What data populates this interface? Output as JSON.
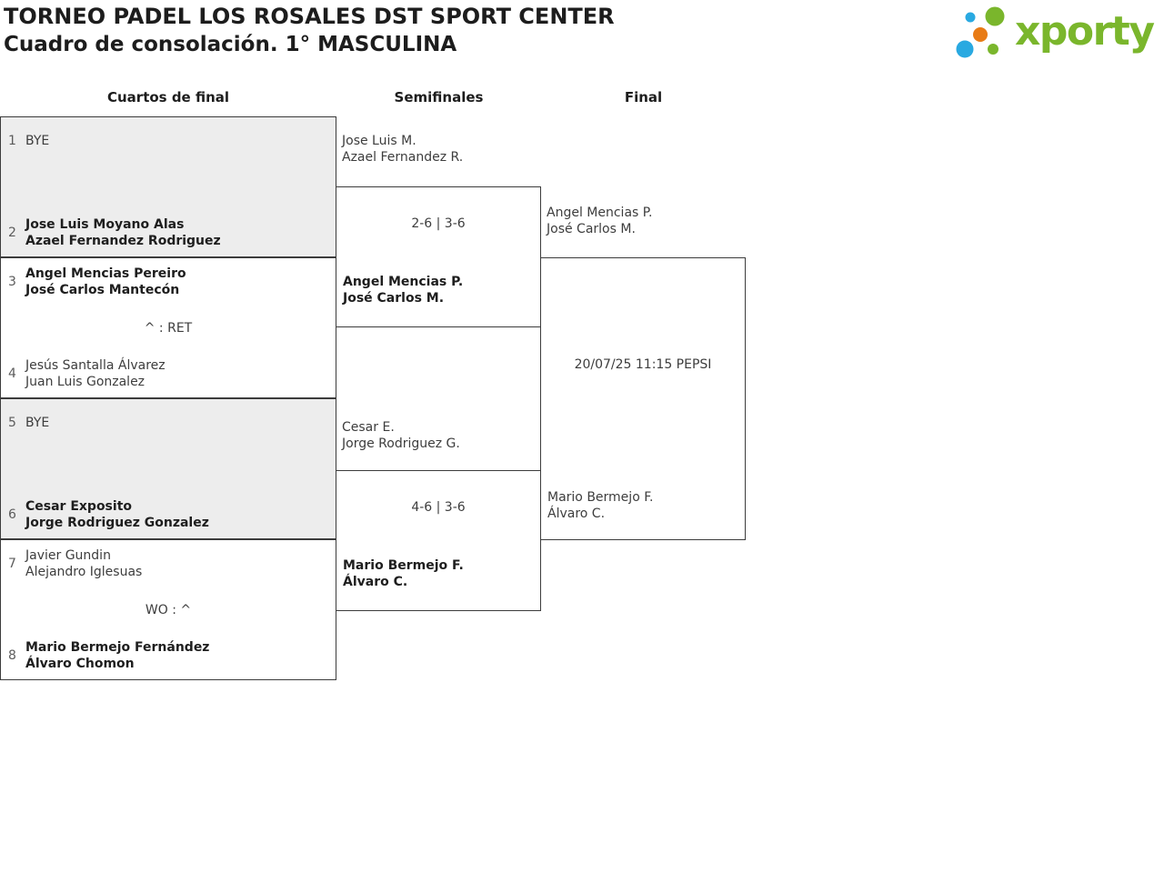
{
  "header": {
    "title_line1": "TORNEO PADEL LOS ROSALES DST SPORT CENTER",
    "title_line2": "Cuadro de consolación. 1° MASCULINA",
    "logo_text": "xporty"
  },
  "colors": {
    "logo_green": "#7ab62c",
    "logo_blue": "#29a9e1",
    "logo_orange": "#e87b16",
    "box_shaded": "#ededed",
    "box_border": "#3c3c3c"
  },
  "rounds": {
    "quarterfinals_label": "Cuartos de final",
    "semifinals_label": "Semifinales",
    "final_label": "Final"
  },
  "quarterfinals": [
    {
      "seed_top": "1",
      "top_line1": "BYE",
      "top_line2": "",
      "score": "",
      "seed_bottom": "2",
      "bottom_line1": "Jose Luis Moyano Alas",
      "bottom_line2": "Azael Fernandez Rodriguez"
    },
    {
      "seed_top": "3",
      "top_line1": "Angel Mencias Pereiro",
      "top_line2": "José Carlos Mantecón",
      "score": "^ : RET",
      "seed_bottom": "4",
      "bottom_line1": "Jesús Santalla Álvarez",
      "bottom_line2": "Juan Luis Gonzalez"
    },
    {
      "seed_top": "5",
      "top_line1": "BYE",
      "top_line2": "",
      "score": "",
      "seed_bottom": "6",
      "bottom_line1": "Cesar Exposito",
      "bottom_line2": "Jorge Rodriguez Gonzalez"
    },
    {
      "seed_top": "7",
      "top_line1": "Javier Gundin",
      "top_line2": "Alejandro Iglesuas",
      "score": "WO : ^",
      "seed_bottom": "8",
      "bottom_line1": "Mario Bermejo Fernández",
      "bottom_line2": "Álvaro Chomon"
    }
  ],
  "semifinals": [
    {
      "top_line1": "Jose Luis M.",
      "top_line2": "Azael Fernandez R.",
      "score": "2-6 | 3-6",
      "bottom_line1": "Angel Mencias P.",
      "bottom_line2": "José Carlos M."
    },
    {
      "top_line1": "Cesar E.",
      "top_line2": "Jorge Rodriguez G.",
      "score": "4-6 | 3-6",
      "bottom_line1": "Mario Bermejo F.",
      "bottom_line2": "Álvaro C."
    }
  ],
  "final": {
    "top_line1": "Angel Mencias P.",
    "top_line2": "José Carlos M.",
    "schedule": "20/07/25 11:15 PEPSI",
    "bottom_line1": "Mario Bermejo F.",
    "bottom_line2": "Álvaro C."
  }
}
